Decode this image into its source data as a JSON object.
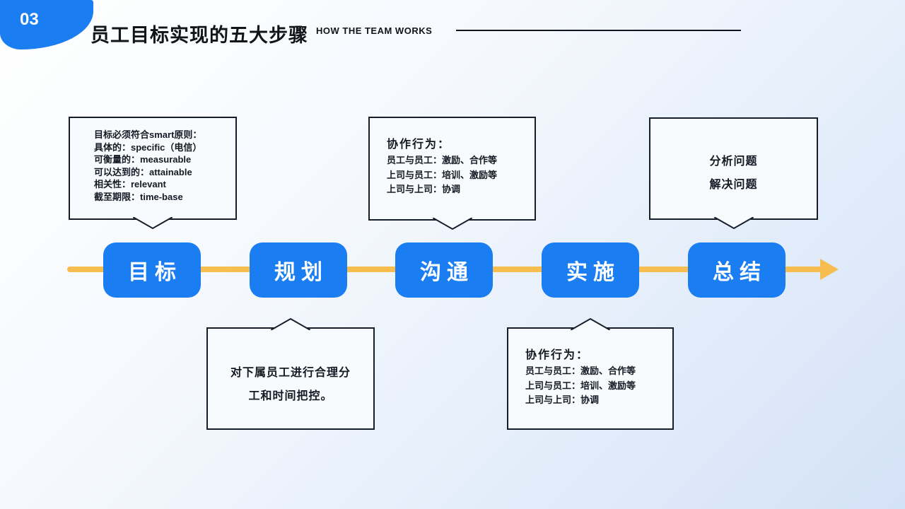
{
  "slide": {
    "page_number": "03",
    "title": "员工目标实现的五大步骤",
    "subtitle": "HOW THE TEAM WORKS"
  },
  "colors": {
    "accent_blue": "#1a7ef2",
    "arrow_yellow": "#f7bd4e",
    "callout_border": "#161e2b",
    "callout_fill": "#f8fbfe"
  },
  "steps": [
    {
      "label": "目标"
    },
    {
      "label": "规划"
    },
    {
      "label": "沟通"
    },
    {
      "label": "实施"
    },
    {
      "label": "总结"
    }
  ],
  "callouts": {
    "goal": {
      "lines": [
        "目标必须符合smart原则：",
        "具体的：specific（电信）",
        "可衡量的：measurable",
        "可以达到的：attainable",
        "相关性：relevant",
        "截至期限：time-base"
      ]
    },
    "communication": {
      "title": "协作行为：",
      "lines": [
        "员工与员工：激励、合作等",
        "上司与员工：培训、激励等",
        "上司与上司：协调"
      ]
    },
    "summary": {
      "lines": [
        "分析问题",
        "解决问题"
      ]
    },
    "planning": {
      "lines": [
        "对下属员工进行合理分",
        "工和时间把控。"
      ]
    },
    "implementation": {
      "title": "协作行为：",
      "lines": [
        "员工与员工：激励、合作等",
        "上司与员工：培训、激励等",
        "上司与上司：协调"
      ]
    }
  }
}
